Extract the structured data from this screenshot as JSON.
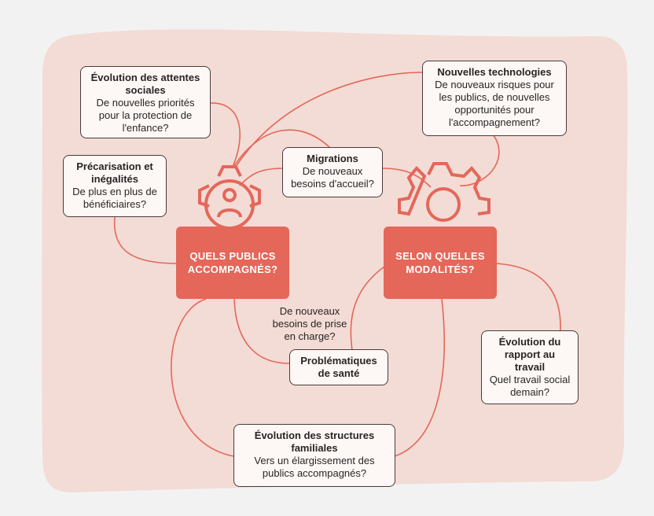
{
  "colors": {
    "background": "#f3f2f2",
    "blob": "#f3dcd5",
    "accent": "#e4675a",
    "card_bg": "#fdf8f6",
    "card_border": "#4a3a3a",
    "connector": "#e4675a"
  },
  "icons": {
    "left_gear": "person-gear-icon",
    "right_gear": "gear-icon"
  },
  "hubs": {
    "publics": "QUELS PUBLICS ACCOMPAGNÉS?",
    "modalites": "SELON QUELLES MODALITÉS?"
  },
  "cards": {
    "attentes": {
      "title": "Évolution des attentes sociales",
      "body": "De nouvelles priorités pour la protection de l'enfance?"
    },
    "technologies": {
      "title": "Nouvelles technologies",
      "body": "De nouveaux risques pour les publics, de nouvelles opportunités pour l'accompagnement?"
    },
    "precarisation": {
      "title": "Précarisation et inégalités",
      "body": "De plus en plus de bénéficiaires?"
    },
    "migrations": {
      "title": "Migrations",
      "body": "De nouveaux besoins d'accueil?"
    },
    "sante": {
      "title": "Problématiques de santé"
    },
    "travail": {
      "title": "Évolution du rapport au travail",
      "body": "Quel travail social demain?"
    },
    "structures": {
      "title": "Évolution des structures familiales",
      "body": "Vers un élargissement des publics accompagnés?"
    }
  },
  "annotation": {
    "prise_en_charge": "De nouveaux besoins de prise en charge?"
  }
}
